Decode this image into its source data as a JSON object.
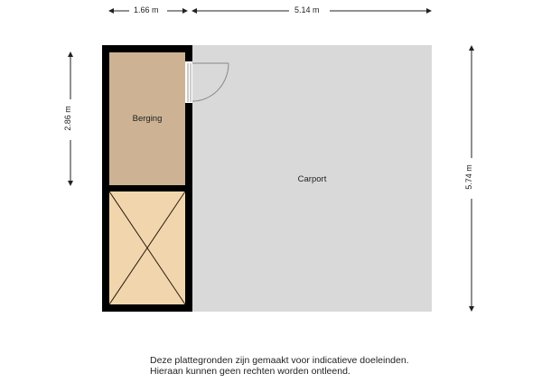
{
  "dimensions": {
    "top_left": "1.66 m",
    "top_right": "5.14 m",
    "left": "2.86 m",
    "right": "5.74 m"
  },
  "rooms": {
    "berging": "Berging",
    "carport": "Carport"
  },
  "colors": {
    "wall": "#000000",
    "berging": "#cdb393",
    "void": "#f1d6ad",
    "carport": "#d9d9d9"
  },
  "disclaimer": {
    "line1": "Deze plattegronden zijn gemaakt voor indicatieve doeleinden.",
    "line2": "Hieraan kunnen geen rechten worden ontleend."
  }
}
